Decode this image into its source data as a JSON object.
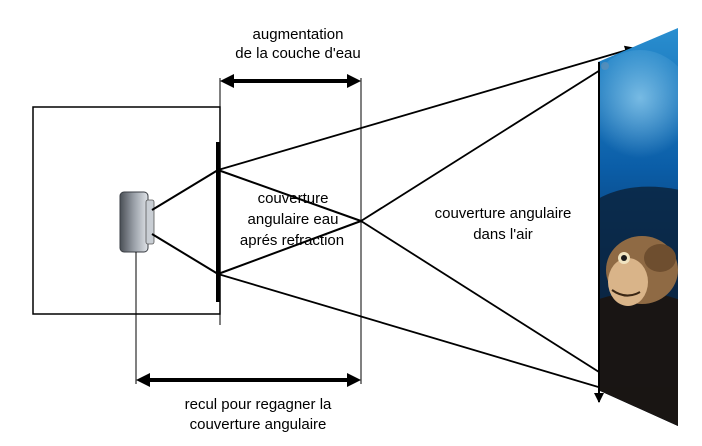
{
  "labels": {
    "top_line1": "augmentation",
    "top_line2": "de la couche d'eau",
    "middle_line1": "couverture",
    "middle_line2": "angulaire  eau",
    "middle_line3": "aprés refraction",
    "right_line1": "couverture angulaire",
    "right_line2": "dans  l'air",
    "bottom_line1": "recul pour regagner la",
    "bottom_line2": "couverture angulaire"
  },
  "colors": {
    "line": "#000000",
    "water_deep": "#041a3a",
    "water_mid": "#0b4f8f",
    "water_light": "#3d9fd8",
    "fish": "#b58a5a",
    "lens": "#8a8f96"
  }
}
